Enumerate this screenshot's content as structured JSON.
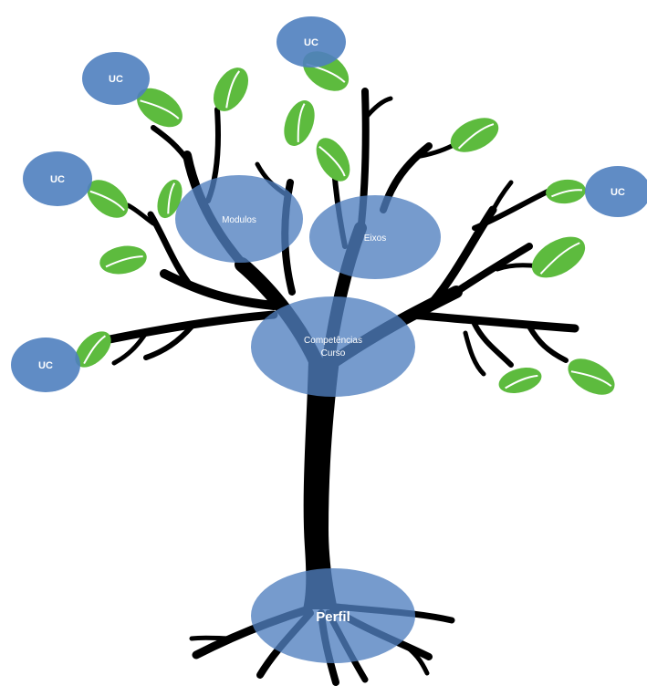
{
  "diagram": {
    "colors": {
      "background": "#ffffff",
      "trunk": "#000000",
      "node_fill": "#5b87bf",
      "leaf": "#5dbb3e",
      "leaf_vein": "#ffffff",
      "label_text": "#ffffff"
    },
    "nodes": {
      "perfil": "Perfil",
      "competencias_line1": "Competências",
      "competencias_line2": "Curso",
      "modulos": "Modulos",
      "eixos": "Eixos",
      "uc_1": "UC",
      "uc_2": "UC",
      "uc_3": "UC",
      "uc_4": "UC",
      "uc_5": "UC"
    }
  }
}
